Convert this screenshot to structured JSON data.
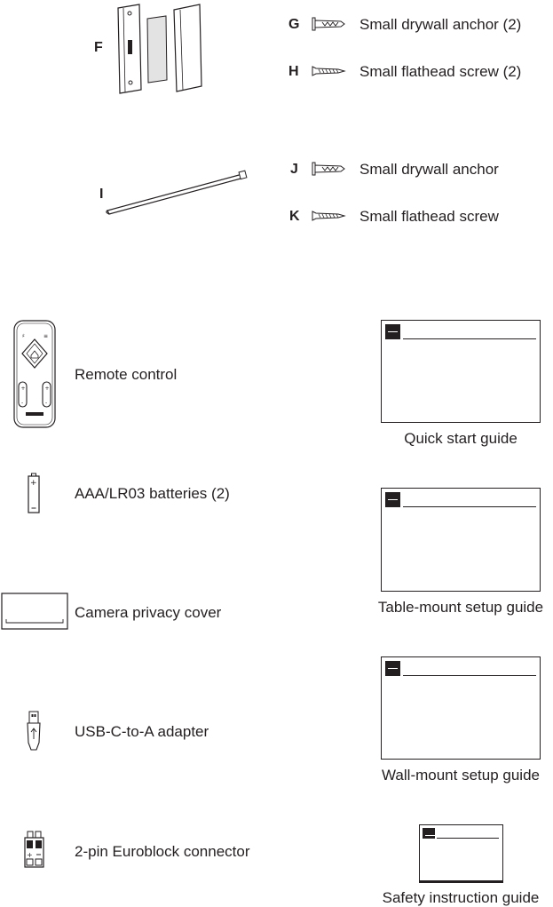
{
  "parts": {
    "F": {
      "letter": "F"
    },
    "G": {
      "letter": "G",
      "label": "Small drywall anchor (2)"
    },
    "H": {
      "letter": "H",
      "label": "Small flathead screw (2)"
    },
    "I": {
      "letter": "I"
    },
    "J": {
      "letter": "J",
      "label": "Small drywall anchor"
    },
    "K": {
      "letter": "K",
      "label": "Small flathead screw"
    }
  },
  "accessories": [
    {
      "label": "Remote control"
    },
    {
      "label": "AAA/LR03 batteries (2)"
    },
    {
      "label": "Camera privacy cover"
    },
    {
      "label": "USB-C-to-A adapter"
    },
    {
      "label": "2-pin Euroblock connector"
    }
  ],
  "guides": [
    {
      "label": "Quick start guide"
    },
    {
      "label": "Table-mount setup guide"
    },
    {
      "label": "Wall-mount setup guide"
    },
    {
      "label": "Safety instruction guide"
    }
  ]
}
